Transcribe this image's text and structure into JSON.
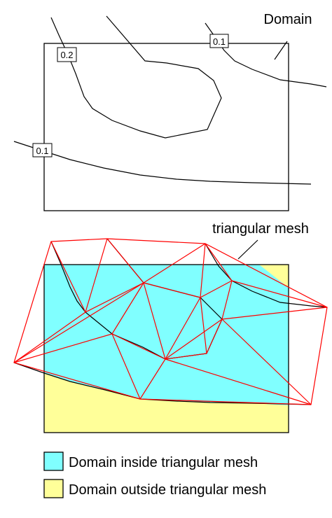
{
  "top_diagram": {
    "domain_label": "Domain",
    "contour_labels": [
      "0.2",
      "0.1",
      "0.1"
    ]
  },
  "bottom_diagram": {
    "mesh_label": "triangular mesh"
  },
  "legend": {
    "items": [
      {
        "label": "Domain inside triangular mesh",
        "color": "#80ffff"
      },
      {
        "label": "Domain outside triangular mesh",
        "color": "#ffff99"
      }
    ]
  },
  "colors": {
    "mesh_edge": "#ff0000",
    "contour": "#000000",
    "inside_fill": "#80ffff",
    "outside_fill": "#ffff99"
  }
}
